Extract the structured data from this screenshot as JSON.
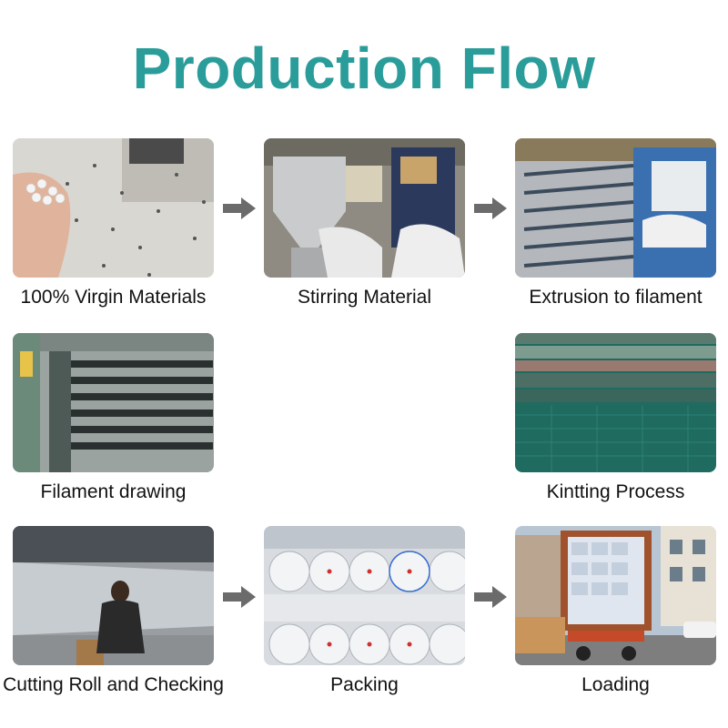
{
  "title": "Production Flow",
  "colors": {
    "title": "#2a9d9a",
    "arrow": "#6b6b6b",
    "caption": "#111111"
  },
  "steps": [
    {
      "label": "100% Virgin Materials",
      "photo": "plastic-granules-in-hand"
    },
    {
      "label": "Stirring Material",
      "photo": "mixing-machine"
    },
    {
      "label": "Extrusion to filament",
      "photo": "extrusion-line"
    },
    {
      "label": "Filament drawing",
      "photo": "filament-drawing-frame"
    },
    {
      "label": "Kintting Process",
      "photo": "knitting-rollers"
    },
    {
      "label": "Cutting Roll and Checking",
      "photo": "worker-cutting-net"
    },
    {
      "label": "Packing",
      "photo": "packed-rolls"
    },
    {
      "label": "Loading",
      "photo": "container-truck-loading"
    }
  ],
  "arrows": [
    "arrow-right-icon",
    "arrow-right-icon",
    "arrow-right-icon",
    "arrow-right-icon"
  ]
}
